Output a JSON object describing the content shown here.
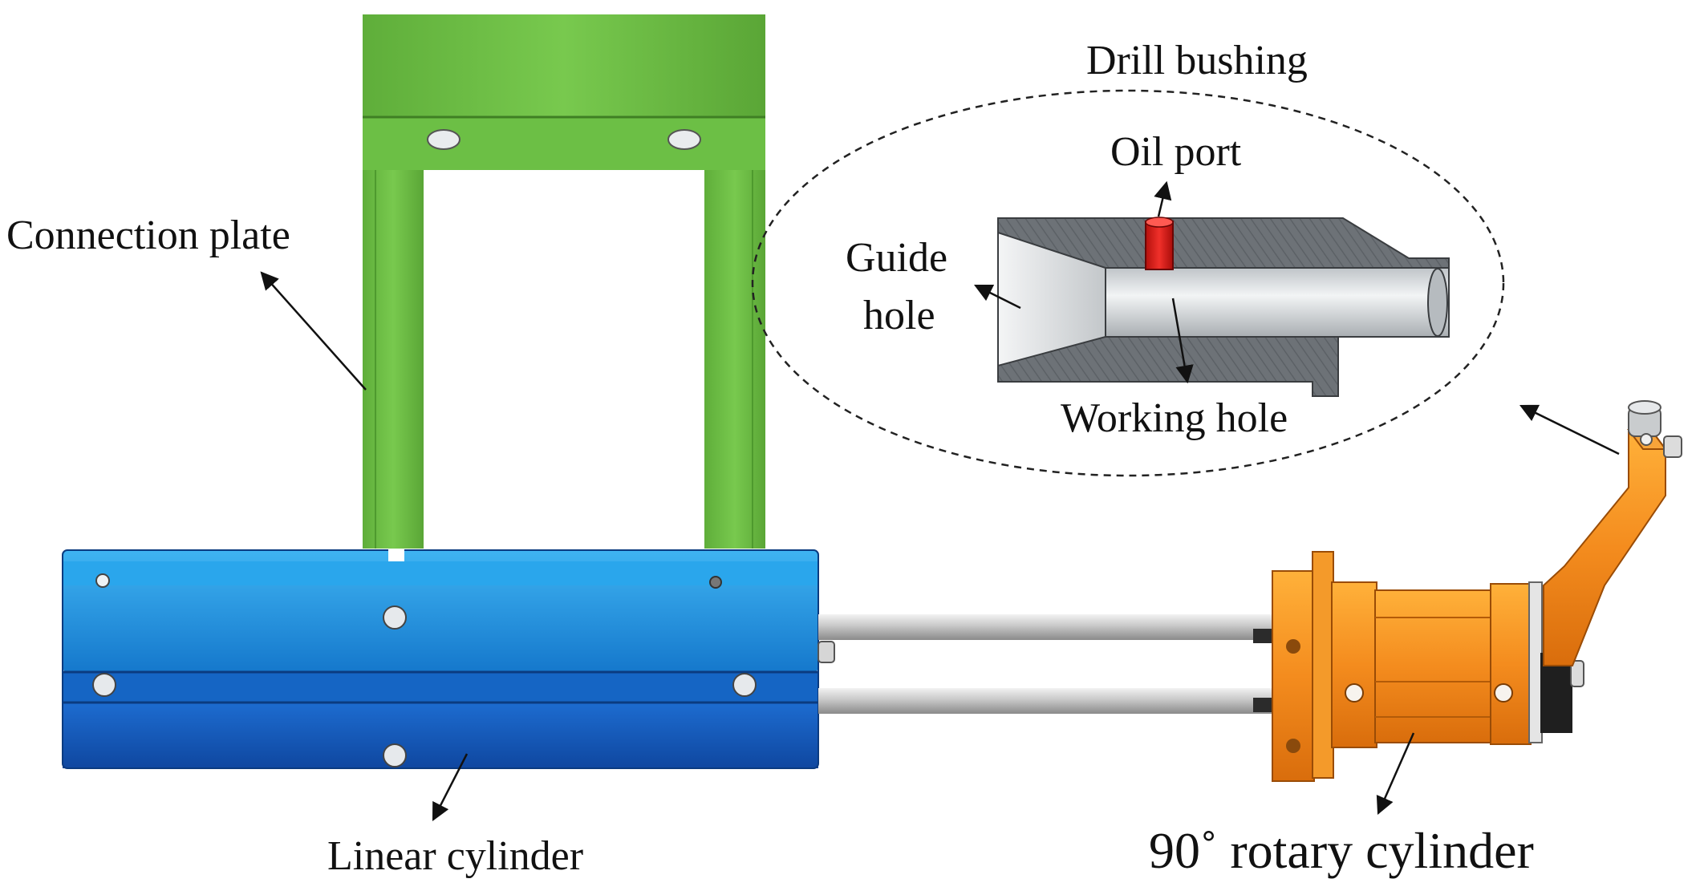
{
  "labels": {
    "connection_plate": "Connection plate",
    "drill_bushing": "Drill bushing",
    "oil_port": "Oil port",
    "guide_hole_line1": "Guide",
    "guide_hole_line2": "hole",
    "working_hole": "Working hole",
    "linear_cylinder": "Linear cylinder",
    "rotary_cylinder": "90˚ rotary cylinder"
  },
  "colors": {
    "connection_plate": "#6cbf45",
    "linear_cylinder_top": "#1a8fe0",
    "linear_cylinder_bottom": "#1656b8",
    "rotary_cylinder": "#f08a1c",
    "oil_port": "#e8201c",
    "bushing_body": "#6d7277",
    "bore": "#d9dde0"
  }
}
